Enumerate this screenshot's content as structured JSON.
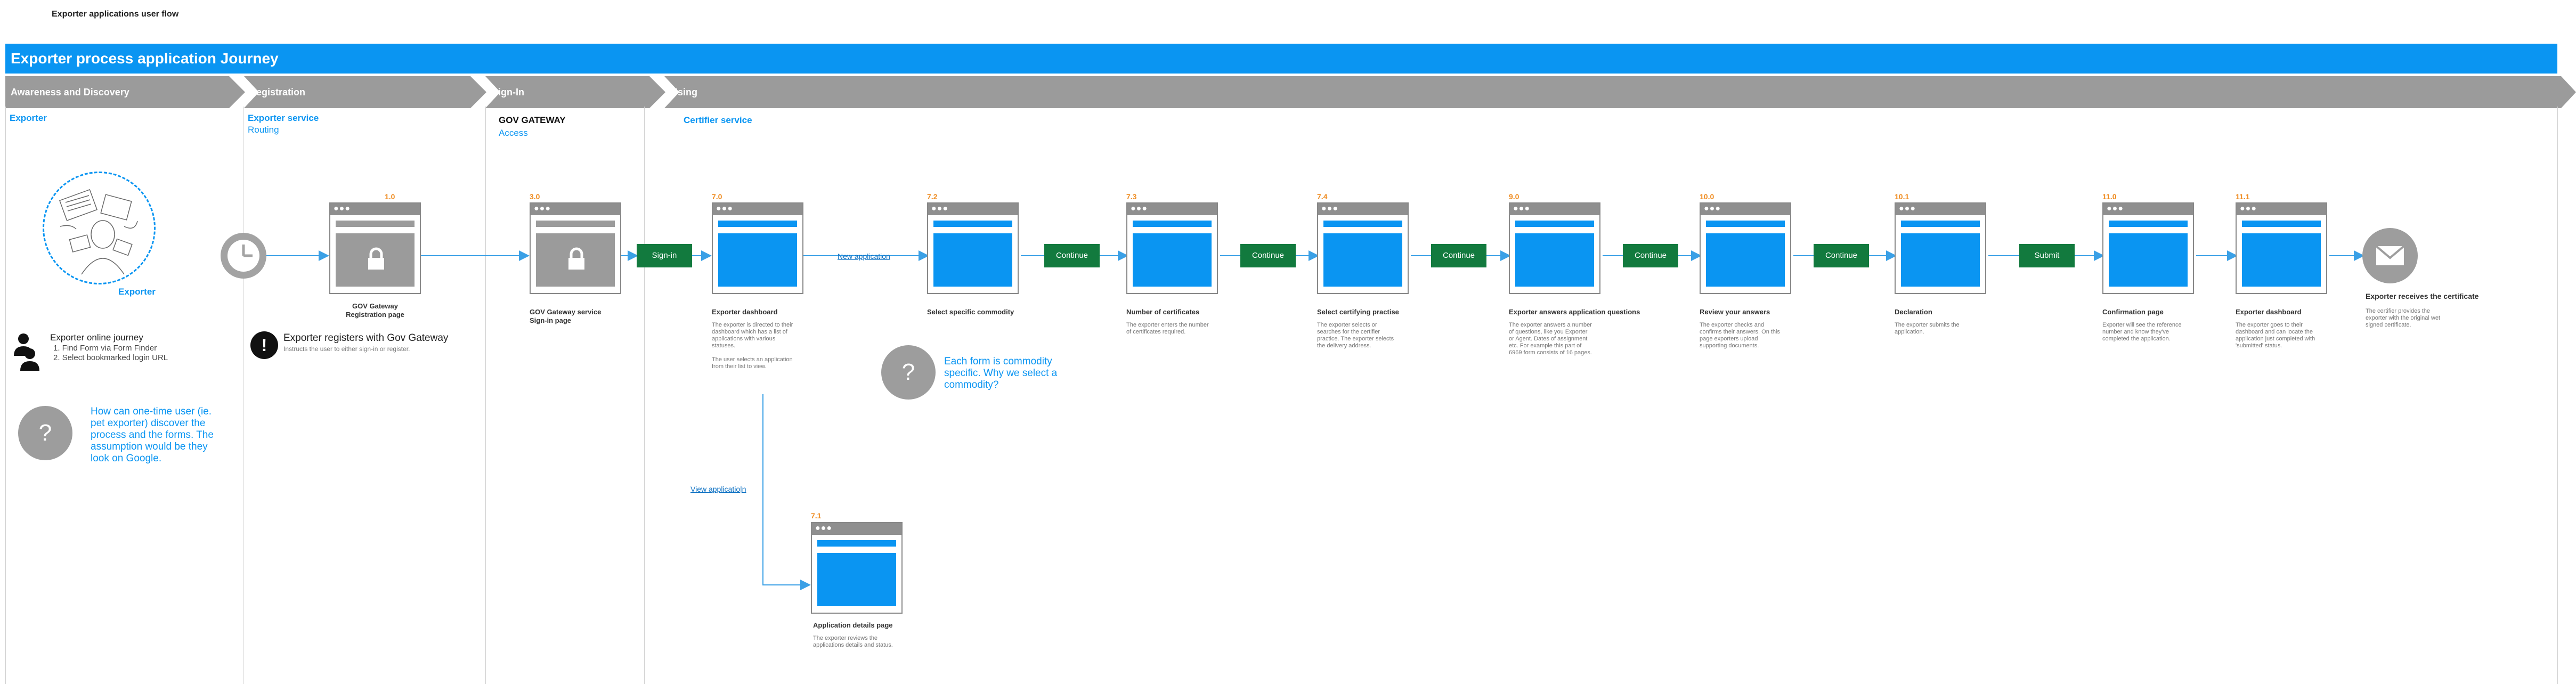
{
  "doc_title": "Exporter applications user flow",
  "banner_title": "Exporter process application Journey",
  "stages": [
    "Awareness and Discovery",
    "Registration",
    "Sign-In",
    "Using"
  ],
  "actors": {
    "exporter": "Exporter",
    "exporter_service": "Exporter service",
    "routing": "Routing",
    "gov_gateway": "GOV GATEWAY",
    "access": "Access",
    "certifier_service": "Certifier service"
  },
  "awareness": {
    "avatar_label": "Exporter",
    "journey_title": "Exporter online journey",
    "journey_items": [
      "1. Find Form via Form Finder",
      "2. Select bookmarked login URL"
    ],
    "question": "How can one-time user (ie. pet exporter) discover the process and the forms. The assumption would be they look on Google."
  },
  "registration": {
    "step_num": "1.0",
    "step_title_1": "GOV Gateway",
    "step_title_2": "Registration page",
    "alert_title": "Exporter registers with Gov Gateway",
    "alert_desc": "Instructs the user to either sign-in or register."
  },
  "signin": {
    "step_num": "3.0",
    "step_title_1": "GOV Gateway service",
    "step_title_2": "Sign-in page",
    "button": "Sign-in"
  },
  "steps": [
    {
      "num": "7.0",
      "title": "Exporter dashboard",
      "desc": [
        "The exporter is directed to their",
        "dashboard which has a list of",
        "applications with various",
        "statuses.",
        "",
        "The user selects an application",
        "from their list to view."
      ]
    },
    {
      "num": "7.2",
      "title": "Select specific commodity",
      "desc": []
    },
    {
      "num": "7.3",
      "title": "Number of certificates",
      "desc": [
        "The exporter enters the number",
        "of certificates required."
      ]
    },
    {
      "num": "7.4",
      "title": "Select certifying practise",
      "desc": [
        "The exporter selects or",
        "searches for the certifier",
        "practice. The exporter selects",
        "the delivery address."
      ]
    },
    {
      "num": "9.0",
      "title": "Exporter answers application questions",
      "desc": [
        "The exporter answers a number",
        "of questions, like you Exporter",
        "or Agent. Dates of assignment",
        "etc. For example this part of",
        "6969 form consists of 16 pages."
      ]
    },
    {
      "num": "10.0",
      "title": "Review your answers",
      "desc": [
        "The exporter checks and",
        "confirms their answers. On this",
        "page exporters upload",
        "supporting documents."
      ]
    },
    {
      "num": "10.1",
      "title": "Declaration",
      "desc": [
        "The exporter submits the",
        "application."
      ]
    },
    {
      "num": "11.0",
      "title": "Confirmation page",
      "desc": [
        "Exporter will see the reference",
        "number and know they've",
        "completed the application."
      ]
    },
    {
      "num": "11.1",
      "title": "Exporter dashboard",
      "desc": [
        "The exporter goes to their",
        "dashboard and can locate the",
        "application just completed with",
        "'submitted' status."
      ]
    }
  ],
  "details_step": {
    "num": "7.1",
    "title": "Application details page",
    "desc": [
      "The exporter reviews the",
      "applications details and status."
    ]
  },
  "links": {
    "new_application": "New application",
    "view_application": "View applicatio|n"
  },
  "buttons": [
    "Continue",
    "Continue",
    "Continue",
    "Continue",
    "Continue",
    "Submit"
  ],
  "commodity_question": "Each form is commodity specific. Why we select a commodity?",
  "final": {
    "title": "Exporter receives the certificate",
    "desc": [
      "The certifier provides the",
      "exporter with the original wet",
      "signed certificate."
    ]
  },
  "colors": {
    "accent": "#0a95f2",
    "button": "#127a3e",
    "step_number": "#ef8b1f",
    "stage_bar": "#9b9b9b"
  },
  "icons": [
    "clock-icon",
    "lock-icon",
    "exclamation-icon",
    "question-icon",
    "envelope-icon",
    "users-icon"
  ]
}
